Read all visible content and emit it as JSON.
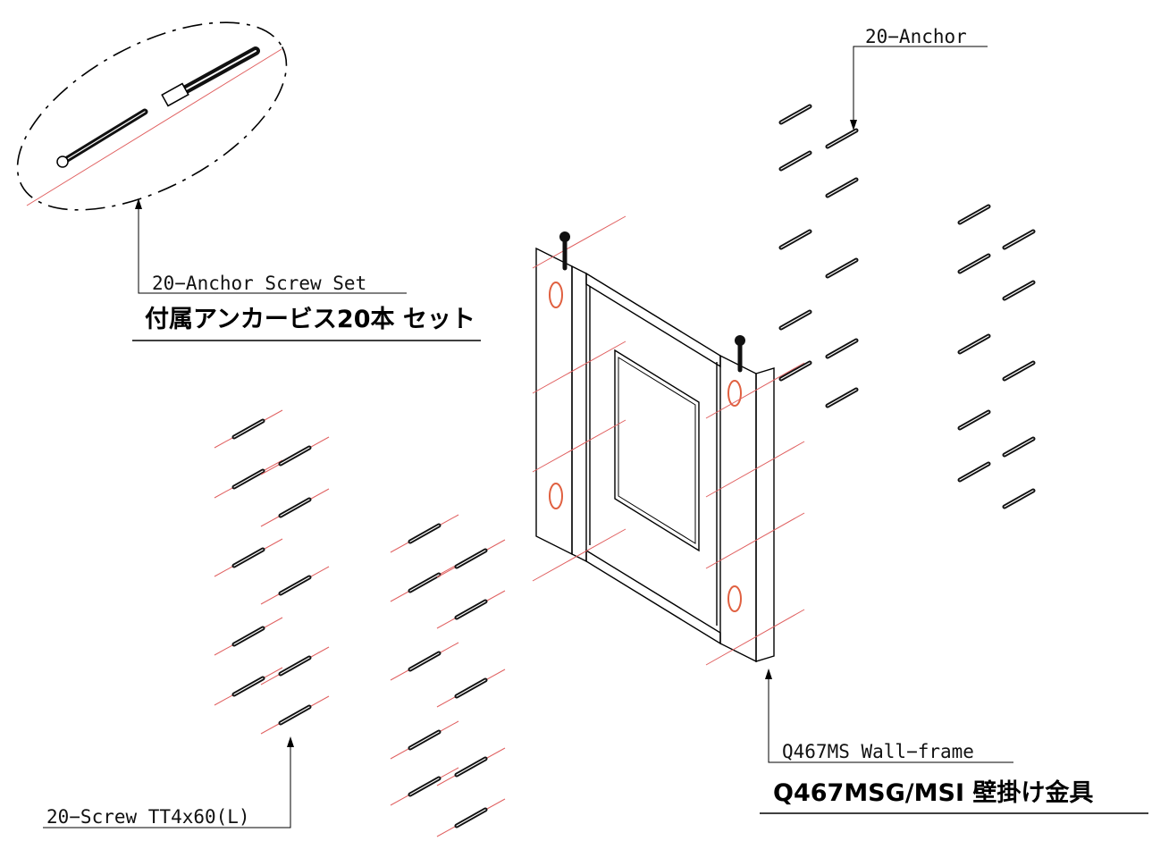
{
  "labels": {
    "anchor_screw_set": "20−Anchor Screw Set",
    "anchor_screw_set_jp": "付属アンカービス20本 セット",
    "anchor": "20−Anchor",
    "screw": "20−Screw TT4x60(L)",
    "wall_frame": "Q467MS Wall−frame",
    "wall_frame_jp": "Q467MSG/MSI 壁掛け金具"
  },
  "colors": {
    "line": "#000000",
    "center_line": "#e06060",
    "keyhole": "#e06040"
  }
}
